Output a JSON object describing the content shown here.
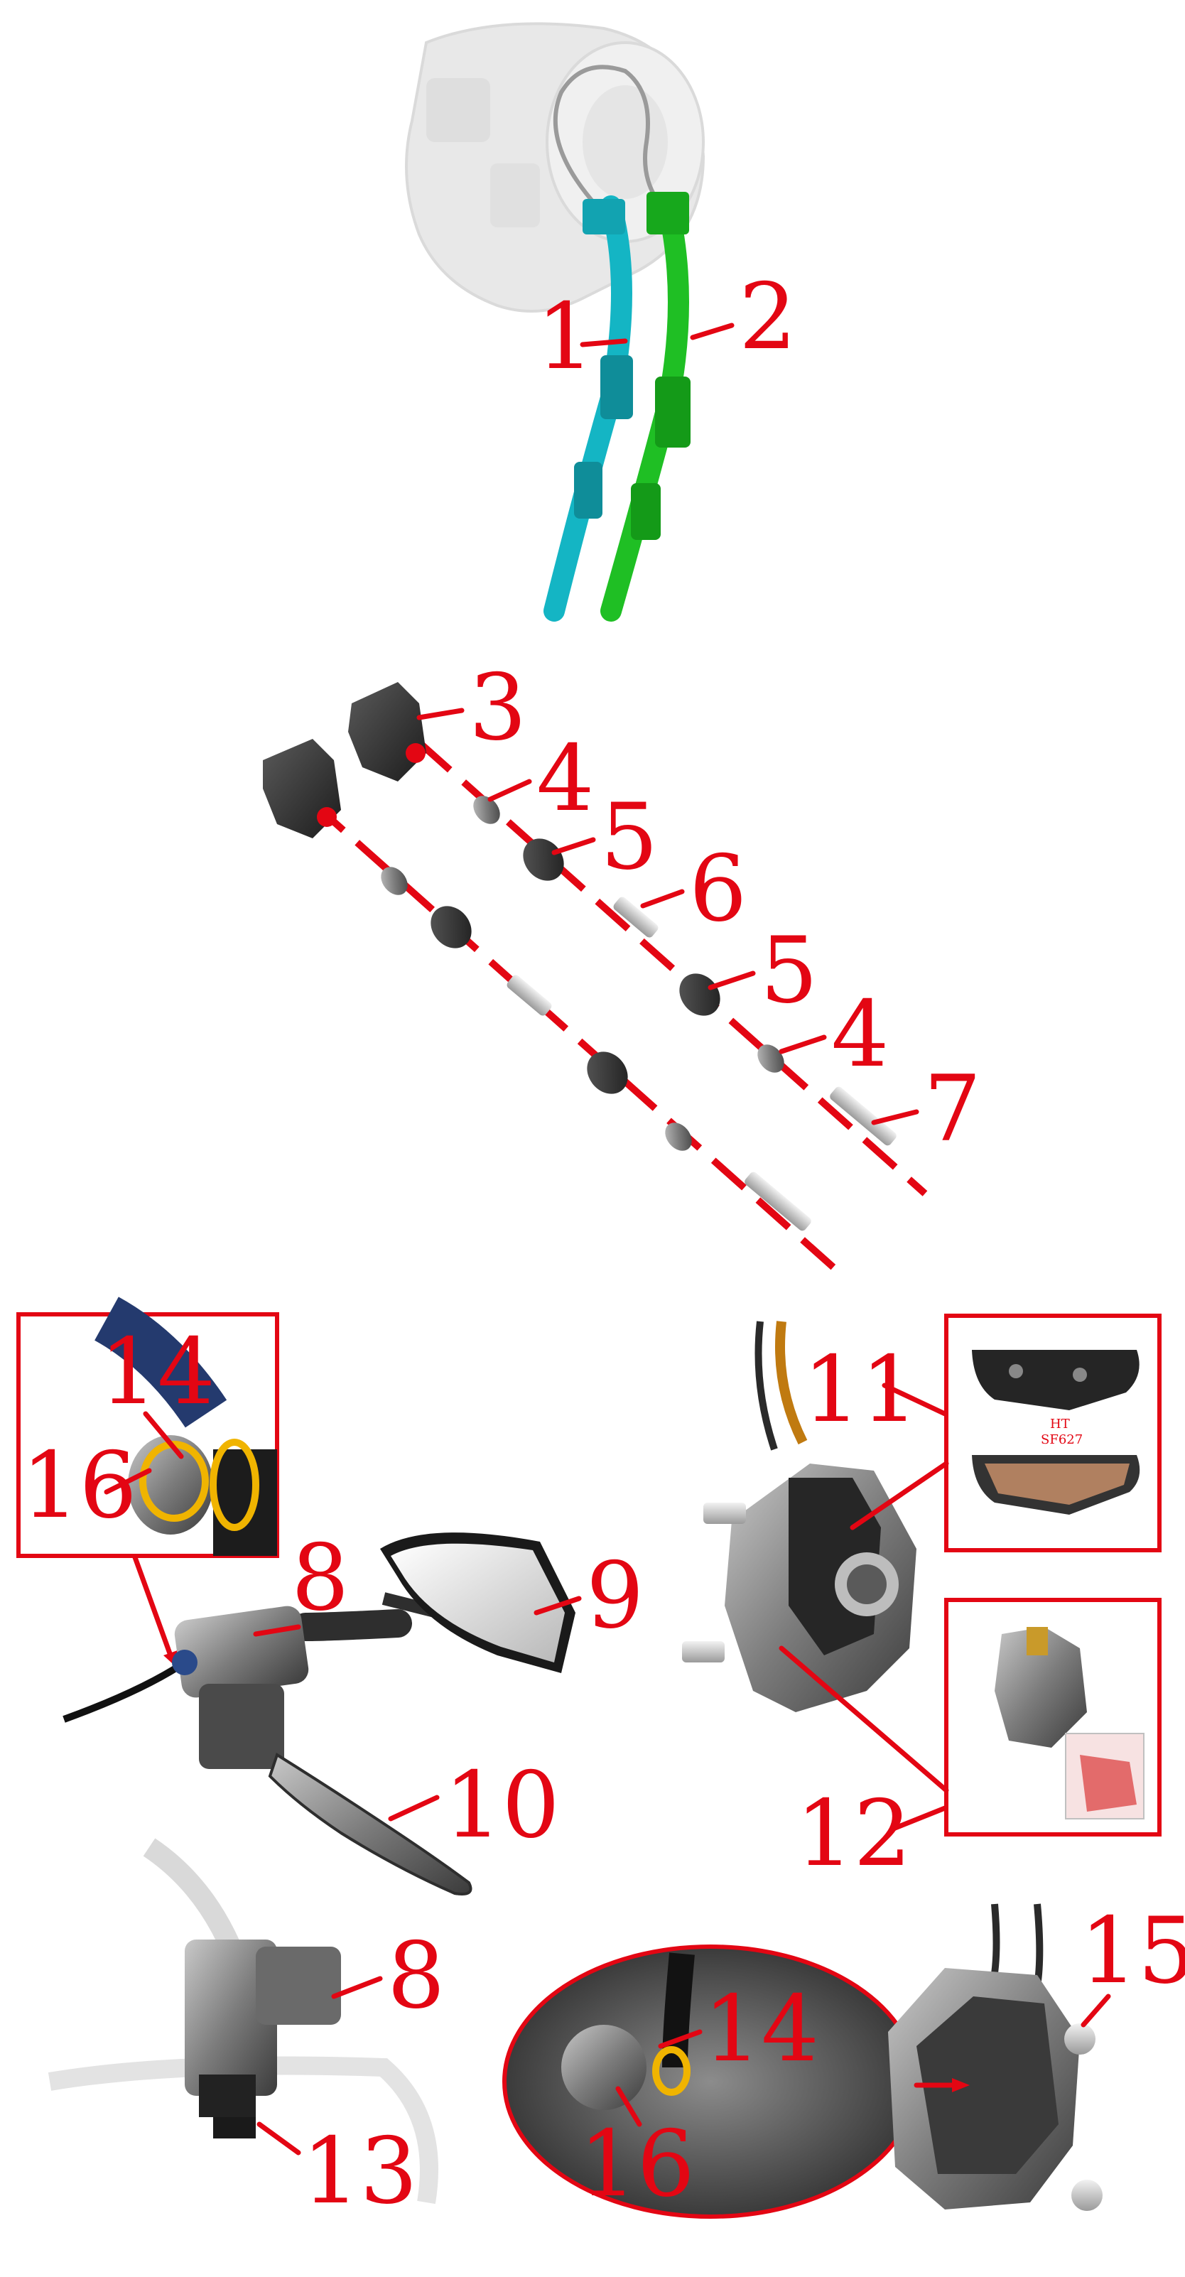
{
  "callouts": {
    "c1": "1",
    "c2": "2",
    "c3": "3",
    "c4a": "4",
    "c5a": "5",
    "c6": "6",
    "c5b": "5",
    "c4b": "4",
    "c7": "7",
    "c14a": "14",
    "c16a": "16",
    "c8a": "8",
    "c9": "9",
    "c10": "10",
    "c11": "11",
    "c12": "12",
    "c8b": "8",
    "c13": "13",
    "c14b": "14",
    "c16b": "16",
    "c15": "15"
  },
  "pad_labels": {
    "brand": "HT",
    "model": "SF627"
  },
  "colors": {
    "callout_red": "#e30613",
    "cable_cyan": "#14b5c4",
    "cable_green": "#1fbf24",
    "part_dark": "#2e2e2e",
    "part_grey": "#8a8a8a",
    "ghost_grey": "#d8d8d8",
    "brake_pad": "#b08060"
  }
}
